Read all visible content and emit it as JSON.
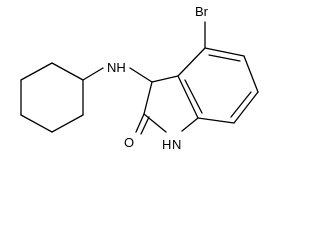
{
  "molecule": {
    "atoms": {
      "bromine": "Br",
      "amine": "NH",
      "lactam_nh": "H",
      "lactam_n": "N",
      "carbonyl_o": "O"
    }
  },
  "colors": {
    "bond": "#000000",
    "text": "#000000",
    "background": "#ffffff"
  }
}
